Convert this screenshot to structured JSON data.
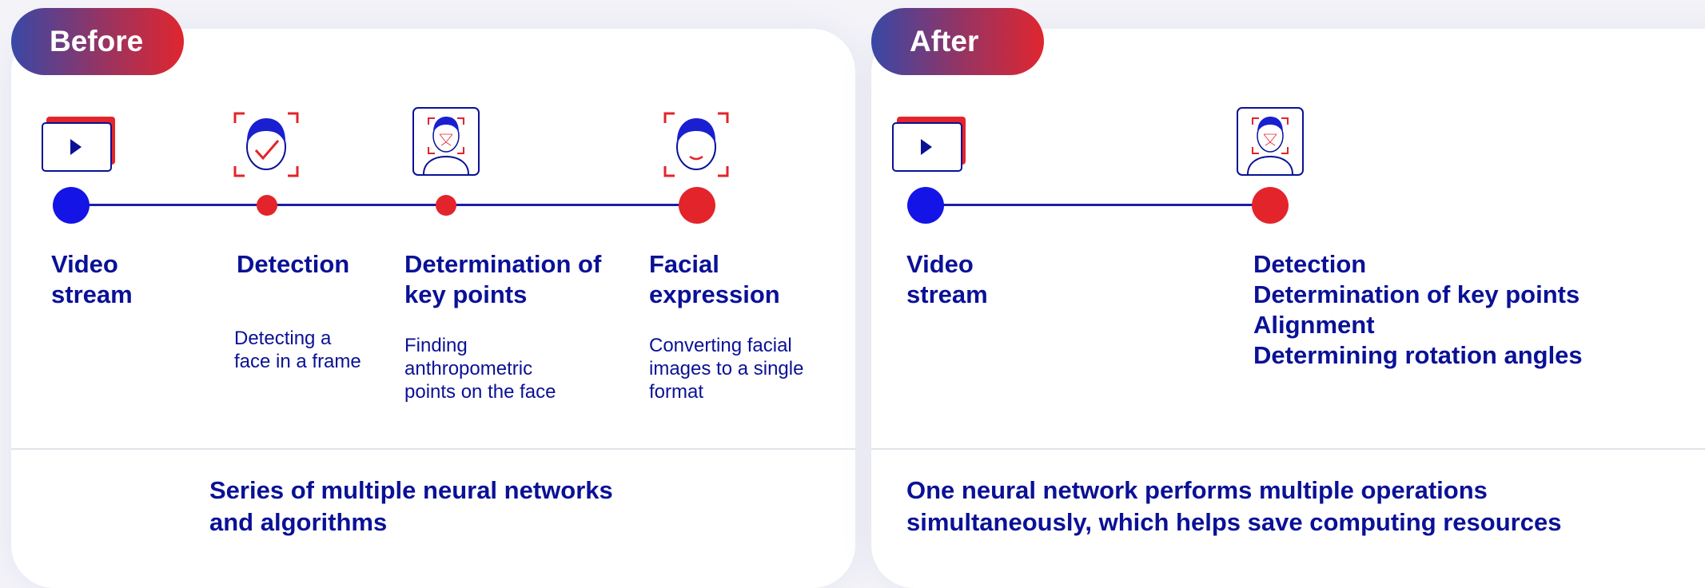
{
  "before": {
    "tag": "Before",
    "steps": [
      {
        "title": "Video stream",
        "desc": ""
      },
      {
        "title": "Detection",
        "desc": "Detecting a face in a frame"
      },
      {
        "title": "Determination of key points",
        "desc": "Finding anthropometric points on the face"
      },
      {
        "title": "Facial expression",
        "desc": "Converting facial images to a single format"
      }
    ],
    "summary": "Series of multiple neural networks and algorithms"
  },
  "after": {
    "tag": "After",
    "steps": [
      {
        "title": "Video stream"
      },
      {
        "title_lines": [
          "Detection",
          "Determination of key points",
          "Alignment",
          "Determining rotation angles"
        ]
      }
    ],
    "summary": "One neural network performs multiple operations simultaneously, which helps save computing resources"
  },
  "colors": {
    "navy": "#0a1196",
    "blue_dot": "#1414e6",
    "red": "#e3242b",
    "tag_gradient_start": "#3848a6",
    "tag_gradient_end": "#e0262f"
  },
  "icons": [
    "video-icon",
    "face-detection-icon",
    "face-keypoints-icon",
    "face-expression-icon"
  ]
}
